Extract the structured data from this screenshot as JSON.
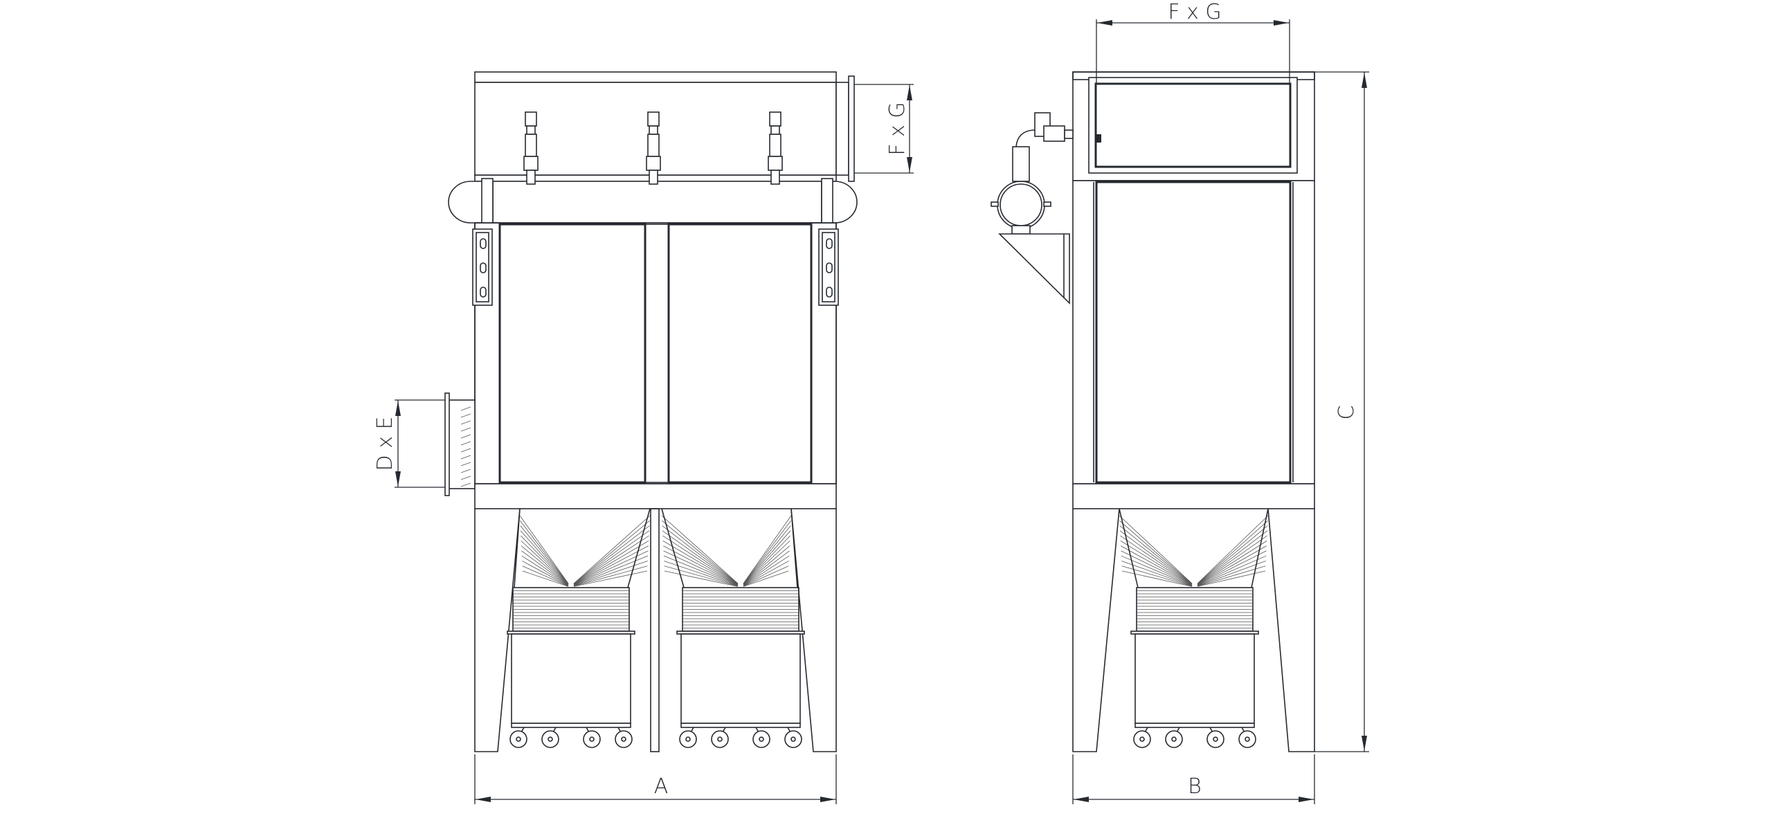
{
  "drawing": {
    "front_view": {
      "width_label": "A",
      "inlet_label": "D x E",
      "outlet_label": "F x G",
      "valve_count": 3,
      "hopper_count": 2
    },
    "side_view": {
      "depth_label": "B",
      "height_label": "C",
      "outlet_label": "F x G",
      "hopper_count": 1
    },
    "colors": {
      "line": "#262a30",
      "background": "#ffffff"
    }
  }
}
